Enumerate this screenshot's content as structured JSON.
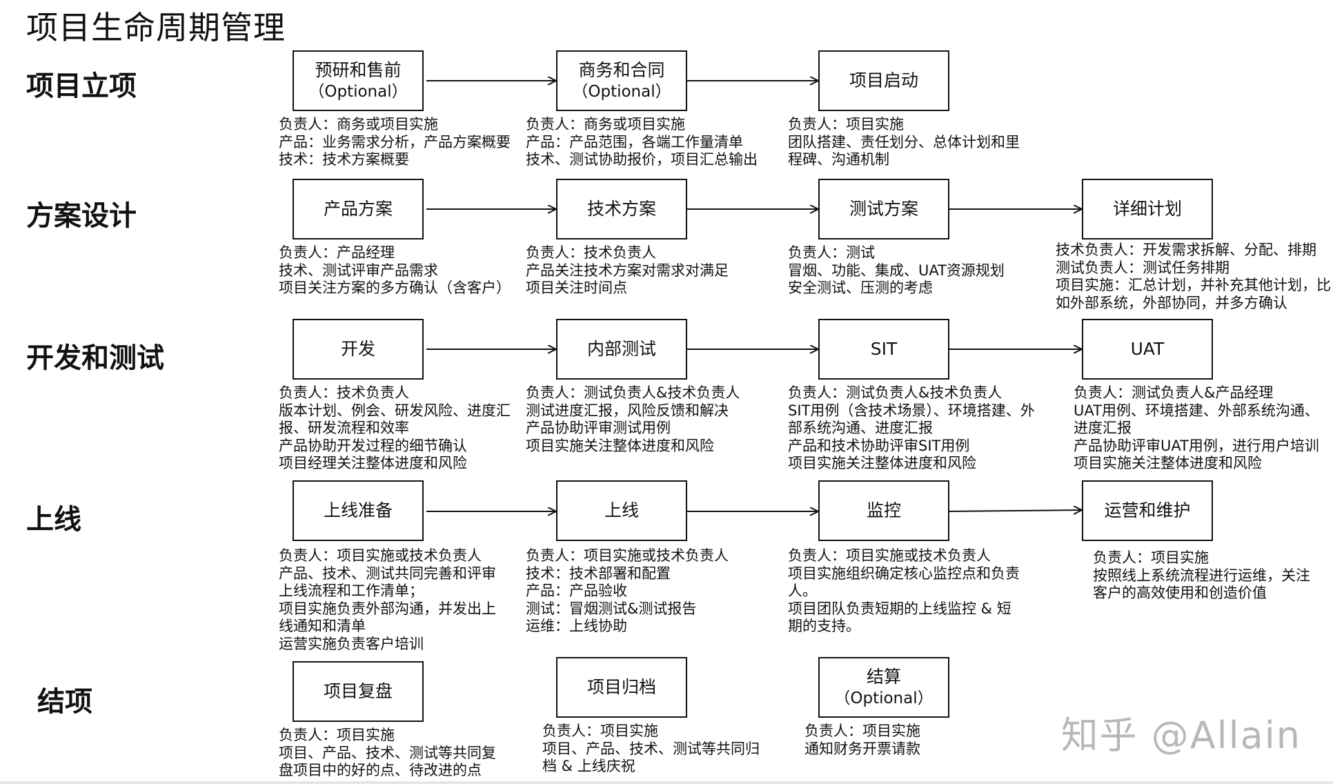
{
  "title": "项目生命周期管理",
  "watermark": "知乎 @Allain",
  "phases": [
    {
      "name": "项目立项",
      "boxes": [
        {
          "title": "预研和售前",
          "sub": "（Optional）"
        },
        {
          "title": "商务和合同",
          "sub": "（Optional）"
        },
        {
          "title": "项目启动",
          "sub": ""
        }
      ],
      "descs": [
        "负责人：商务或项目实施\n产品：业务需求分析，产品方案概要\n技术：技术方案概要",
        "负责人：商务或项目实施\n产品：产品范围，各端工作量清单\n技术、测试协助报价，项目汇总输出",
        "负责人：项目实施\n团队搭建、责任划分、总体计划和里\n程碑、沟通机制"
      ]
    },
    {
      "name": "方案设计",
      "boxes": [
        {
          "title": "产品方案",
          "sub": ""
        },
        {
          "title": "技术方案",
          "sub": ""
        },
        {
          "title": "测试方案",
          "sub": ""
        },
        {
          "title": "详细计划",
          "sub": ""
        }
      ],
      "descs": [
        "负责人：产品经理\n技术、测试评审产品需求\n项目关注方案的多方确认（含客户）",
        "负责人：技术负责人\n产品关注技术方案对需求对满足\n项目关注时间点",
        "负责人：测试\n冒烟、功能、集成、UAT资源规划\n安全测试、压测的考虑",
        "技术负责人：开发需求拆解、分配、排期\n测试负责人：测试任务排期\n项目实施：汇总计划，并补充其他计划，比\n如外部系统，外部协同，并多方确认"
      ]
    },
    {
      "name": "开发和测试",
      "boxes": [
        {
          "title": "开发",
          "sub": ""
        },
        {
          "title": "内部测试",
          "sub": ""
        },
        {
          "title": "SIT",
          "sub": ""
        },
        {
          "title": "UAT",
          "sub": ""
        }
      ],
      "descs": [
        "负责人：技术负责人\n版本计划、例会、研发风险、进度汇\n报、研发流程和效率\n产品协助开发过程的细节确认\n项目经理关注整体进度和风险",
        "负责人：测试负责人&技术负责人\n测试进度汇报，风险反馈和解决\n产品协助评审测试用例\n项目实施关注整体进度和风险",
        "负责人：测试负责人&技术负责人\nSIT用例（含技术场景）、环境搭建、外\n部系统沟通、进度汇报\n产品和技术协助评审SIT用例\n项目实施关注整体进度和风险",
        "负责人：测试负责人&产品经理\nUAT用例、环境搭建、外部系统沟通、\n进度汇报\n产品协助评审UAT用例，进行用户培训\n项目实施关注整体进度和风险"
      ]
    },
    {
      "name": "上线",
      "boxes": [
        {
          "title": "上线准备",
          "sub": ""
        },
        {
          "title": "上线",
          "sub": ""
        },
        {
          "title": "监控",
          "sub": ""
        },
        {
          "title": "运营和维护",
          "sub": ""
        }
      ],
      "descs": [
        "负责人：项目实施或技术负责人\n产品、技术、测试共同完善和评审\n上线流程和工作清单；\n项目实施负责外部沟通，并发出上\n线通知和清单\n运营实施负责客户培训",
        "负责人：项目实施或技术负责人\n技术：技术部署和配置\n产品：产品验收\n测试：冒烟测试&测试报告\n运维：上线协助",
        "负责人：项目实施或技术负责人\n项目实施组织确定核心监控点和负责\n人。\n项目团队负责短期的上线监控 & 短\n期的支持。",
        "负责人：项目实施\n按照线上系统流程进行运维，关注\n客户的高效使用和创造价值"
      ]
    },
    {
      "name": "结项",
      "boxes": [
        {
          "title": "项目复盘",
          "sub": ""
        },
        {
          "title": "项目归档",
          "sub": ""
        },
        {
          "title": "结算",
          "sub": "（Optional）"
        }
      ],
      "descs": [
        "负责人：项目实施\n项目、产品、技术、测试等共同复\n盘项目中的好的点、待改进的点",
        "负责人：项目实施\n项目、产品、技术、测试等共同归\n档 & 上线庆祝",
        "负责人：项目实施\n通知财务开票请款"
      ]
    }
  ]
}
